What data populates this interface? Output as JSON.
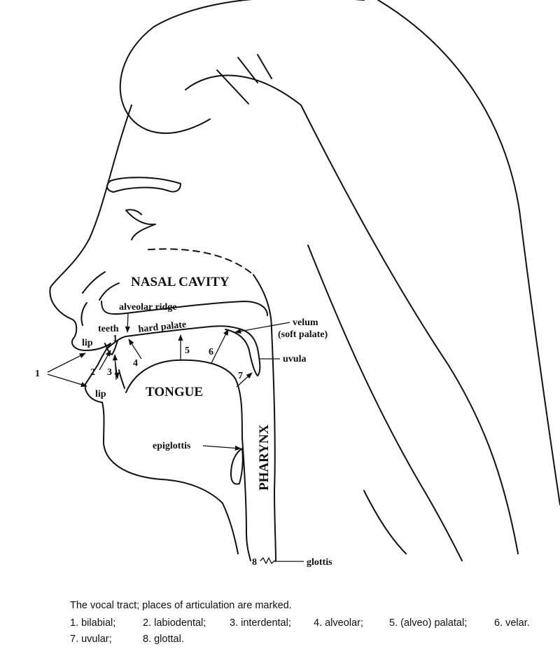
{
  "labels": {
    "nasal_cavity": "NASAL CAVITY",
    "alveolar_ridge": "alveolar ridge",
    "teeth": "teeth",
    "hard_palate": "hard palate",
    "velum": "velum",
    "soft_palate": "(soft palate)",
    "uvula": "uvula",
    "lip_upper": "lip",
    "lip_lower": "lip",
    "tongue": "TONGUE",
    "epiglottis": "epiglottis",
    "pharynx": "PHARYNX",
    "glottis": "glottis"
  },
  "markers": {
    "m1": "1",
    "m1_teeth": "1",
    "m2": "2",
    "m3": "3",
    "m4": "4",
    "m5": "5",
    "m6": "6",
    "m7": "7",
    "m8": "8"
  },
  "caption": {
    "title": "The vocal tract; places of articulation are marked.",
    "items": [
      "1. bilabial;",
      "2. labiodental;",
      "3. interdental;",
      "4. alveolar;",
      "5. (alveo) palatal;",
      "6. velar.",
      "7. uvular;",
      "8. glottal."
    ]
  }
}
